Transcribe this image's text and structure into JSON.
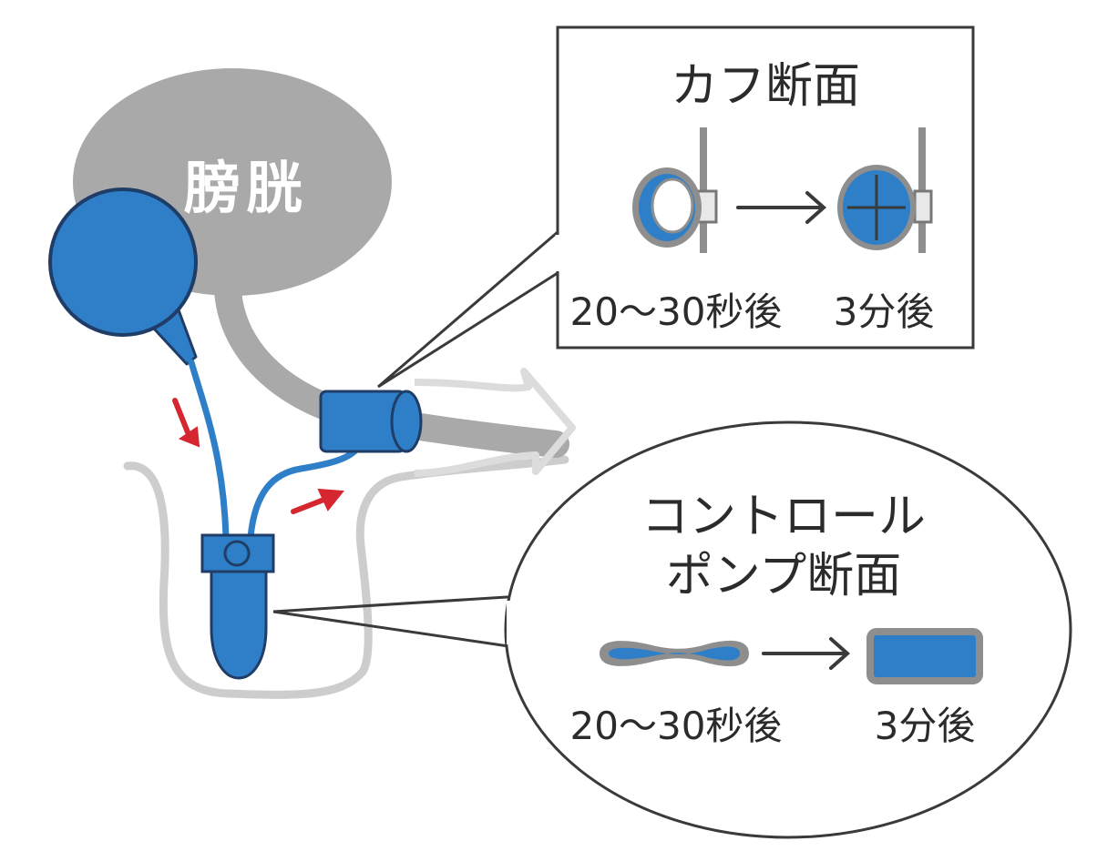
{
  "organ": {
    "bladder_label": "膀胱"
  },
  "cuff_panel": {
    "title": "カフ断面",
    "before_label": "20〜30秒後",
    "after_label": "3分後"
  },
  "pump_panel": {
    "title_line1": "コントロール",
    "title_line2": "ポンプ断面",
    "before_label": "20〜30秒後",
    "after_label": "3分後"
  },
  "colors": {
    "device_blue": "#2f7fc8",
    "outline_dark": "#1f3d66",
    "organ_gray": "#a7a7a7",
    "tissue_outline": "#cfcfcf",
    "flow_arrow": "#d6262f",
    "frame_stroke": "#3a3a3a"
  }
}
